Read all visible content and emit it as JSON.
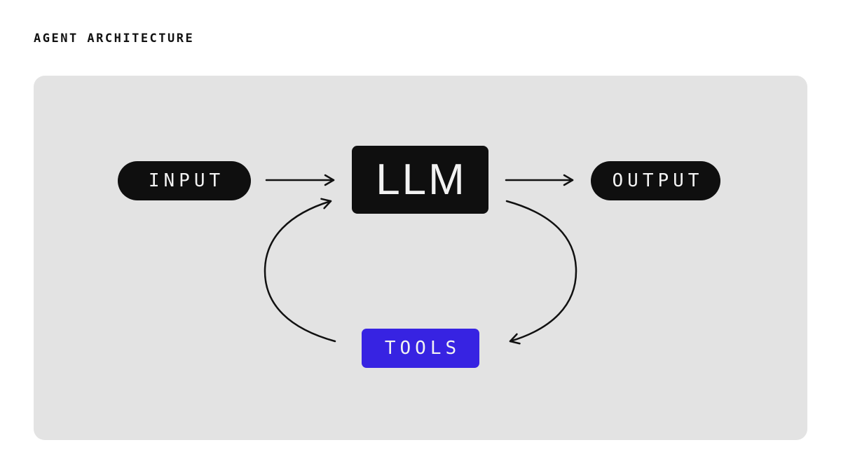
{
  "title": "AGENT ARCHITECTURE",
  "colors": {
    "page_bg": "#ffffff",
    "canvas_bg": "#e3e3e3",
    "node_black": "#0f0f0f",
    "node_blue": "#3723e2",
    "node_text": "#f2f2f2",
    "arrow": "#111111",
    "title_color": "#111111"
  },
  "diagram": {
    "nodes": [
      {
        "id": "input",
        "label": "INPUT",
        "shape": "pill",
        "color": "black"
      },
      {
        "id": "llm",
        "label": "LLM",
        "shape": "rect",
        "color": "black"
      },
      {
        "id": "output",
        "label": "OUTPUT",
        "shape": "pill",
        "color": "black"
      },
      {
        "id": "tools",
        "label": "TOOLS",
        "shape": "rect",
        "color": "blue"
      }
    ],
    "edges": [
      {
        "from": "input",
        "to": "llm",
        "style": "straight"
      },
      {
        "from": "llm",
        "to": "output",
        "style": "straight"
      },
      {
        "from": "tools",
        "to": "llm",
        "style": "curved-loop-left"
      },
      {
        "from": "llm",
        "to": "tools",
        "style": "curved-loop-right"
      }
    ]
  }
}
